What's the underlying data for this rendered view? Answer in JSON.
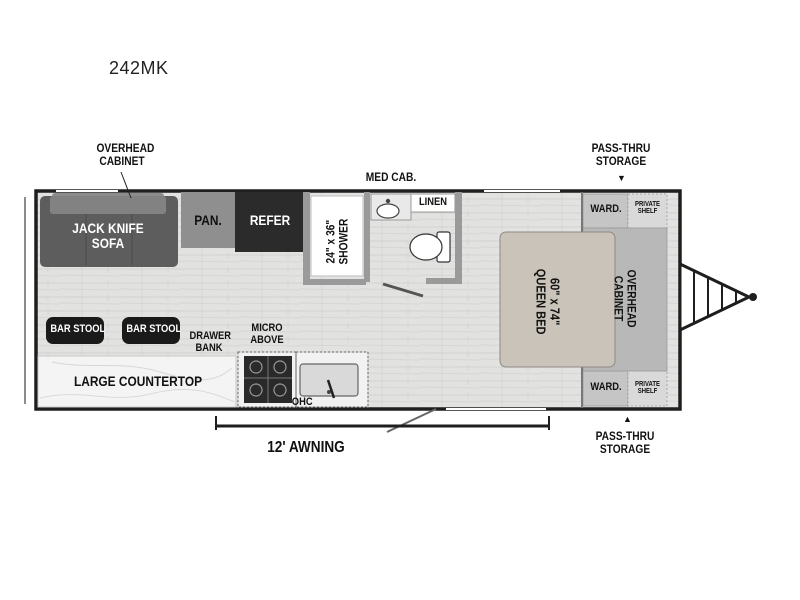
{
  "model": "242MK",
  "labels": {
    "overhead_cabinet_top": [
      "OVERHEAD",
      "CABINET"
    ],
    "med_cab": "MED CAB.",
    "pass_thru_top": [
      "PASS-THRU",
      "STORAGE"
    ],
    "pass_thru_bottom": [
      "PASS-THRU",
      "STORAGE"
    ],
    "jack_knife_sofa": [
      "JACK KNIFE",
      "SOFA"
    ],
    "pantry": "PAN.",
    "refer": "REFER",
    "shower": [
      "24\" x 36\"",
      "SHOWER"
    ],
    "linen": "LINEN",
    "wardrobe_top": "WARD.",
    "wardrobe_bottom": "WARD.",
    "private_shelf_top": [
      "PRIVATE",
      "SHELF"
    ],
    "private_shelf_bottom": [
      "PRIVATE",
      "SHELF"
    ],
    "queen_bed": [
      "60\" x 74\"",
      "QUEEN BED"
    ],
    "overhead_cabinet_front": [
      "OVERHEAD",
      "CABINET"
    ],
    "bar_stool_1": "BAR STOOL",
    "bar_stool_2": "BAR STOOL",
    "drawer_bank": [
      "DRAWER",
      "BANK"
    ],
    "micro_above": [
      "MICRO",
      "ABOVE"
    ],
    "large_countertop": "LARGE COUNTERTOP",
    "ohc": "OHC",
    "awning": "12' AWNING"
  },
  "colors": {
    "floor": "#dcdcda",
    "wall": "#222222",
    "sofa": "#5b5b5b",
    "refer": "#2b2b2b",
    "pantry": "#8a8a8a",
    "bed": "#c8c2b8",
    "wardrobe": "#b9b9b9",
    "bar_stool": "#1a1a1a"
  }
}
